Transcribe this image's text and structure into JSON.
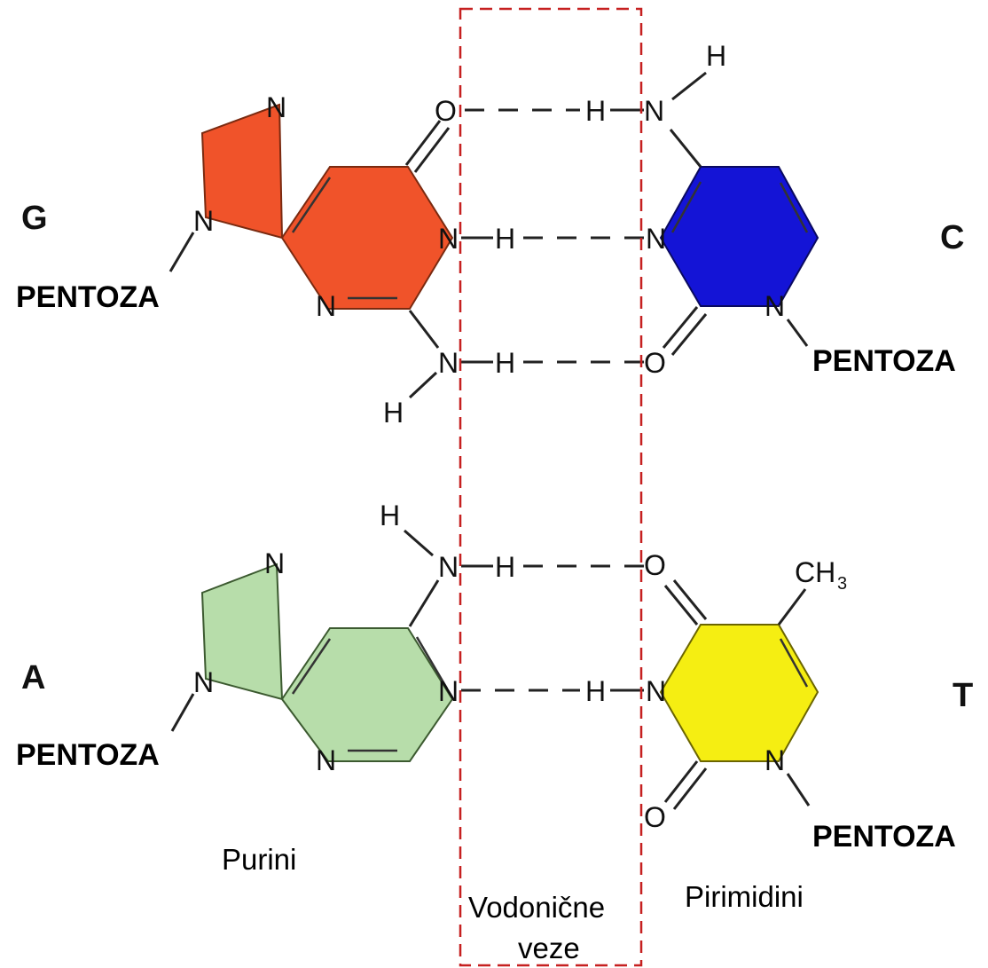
{
  "bases": {
    "guanine": "G",
    "cytosine": "C",
    "adenine": "A",
    "thymine": "T"
  },
  "pentose": "PENTOZA",
  "atoms": {
    "N": "N",
    "O": "O",
    "H": "H",
    "CH3": "CH",
    "CH3_sub": "3"
  },
  "captions": {
    "purines": "Purini",
    "hbonds_line1": "Vodonične",
    "hbonds_line2": "veze",
    "pyrimidines": "Pirimidini"
  },
  "colors": {
    "guanine": "#f0532a",
    "cytosine": "#1414d6",
    "adenine": "#b7ddaa",
    "thymine": "#f5ee12",
    "hbond_box": "#c62020"
  }
}
